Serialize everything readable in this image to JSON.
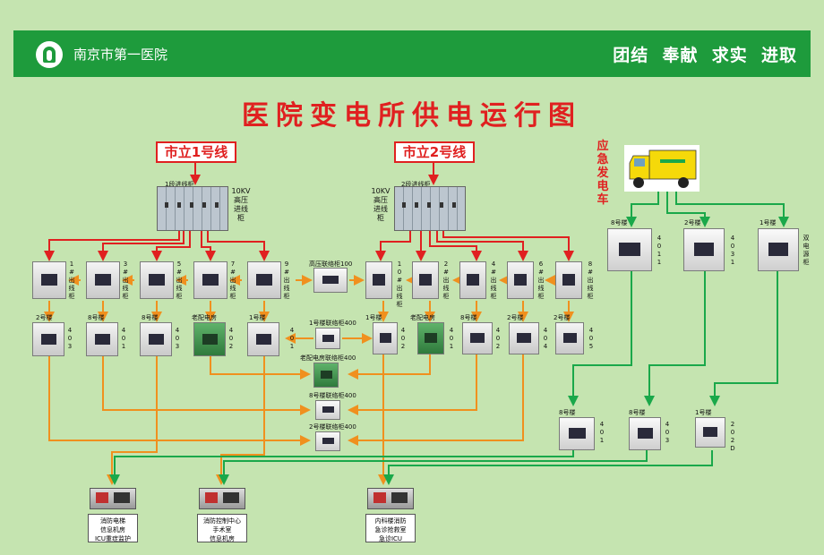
{
  "header": {
    "hospital": "南京市第一医院",
    "motto": "团结  奉献  求实  进取"
  },
  "title": "医院变电所供电运行图",
  "sources": {
    "line1": "市立1号线",
    "line2": "市立2号线",
    "generator": "应急发电车"
  },
  "hv": {
    "incoming1": "1段进线柜",
    "incoming2": "2段进线柜",
    "kv1": "10KV高压进线柜",
    "kv2": "10KV高压进线柜",
    "tie": "高压联络柜100"
  },
  "feeders_left": [
    "1#出线柜",
    "3#出线柜",
    "5#出线柜",
    "7#出线柜",
    "9#出线柜"
  ],
  "feeders_right": [
    "10#出线柜",
    "2#出线柜",
    "4#出线柜",
    "6#出线柜",
    "8#出线柜"
  ],
  "lv": [
    {
      "bld": "2号楼",
      "code": "403"
    },
    {
      "bld": "8号楼",
      "code": "401"
    },
    {
      "bld": "8号楼",
      "code": "403"
    },
    {
      "bld": "老配电房",
      "code": "402"
    },
    {
      "bld": "1号楼",
      "code": "401"
    },
    {
      "bld": "1号楼",
      "code": "402"
    },
    {
      "bld": "老配电房",
      "code": "401"
    },
    {
      "bld": "8号楼",
      "code": "402"
    },
    {
      "bld": "2号楼",
      "code": "404"
    },
    {
      "bld": "2号楼",
      "code": "405"
    }
  ],
  "ties": {
    "t1": "1号楼联络柜400",
    "t2": "老配电房联络柜400",
    "t3": "8号楼联络柜400",
    "t4": "2号楼联络柜400"
  },
  "gen_cabinets": [
    {
      "bld": "8号楼",
      "code": "4011"
    },
    {
      "bld": "2号楼",
      "code": "4031"
    },
    {
      "bld": "1号楼",
      "code": "双电源柜"
    }
  ],
  "gen_lv": [
    {
      "bld": "8号楼",
      "code": "401"
    },
    {
      "bld": "8号楼",
      "code": "403"
    },
    {
      "bld": "1号楼",
      "code": "202D"
    }
  ],
  "end_loads": [
    "消防电梯\n信息机房\nICU重症监护",
    "消防控制中心\n手术室\n信息机房",
    "内科楼消防\n急诊抢救室\n急诊ICU"
  ],
  "colors": {
    "red": "#e02020",
    "orange": "#f0901e",
    "green": "#1aa84a",
    "bg": "#c5e4b0"
  }
}
